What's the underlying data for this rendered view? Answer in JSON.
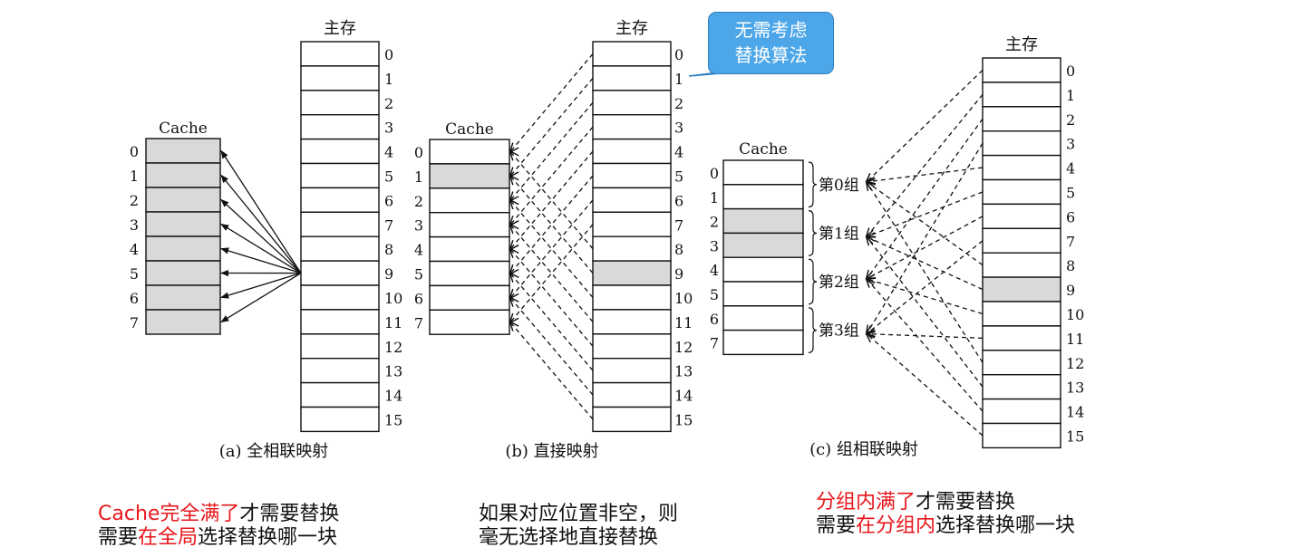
{
  "panels": {
    "a": {
      "caption": "(a) 全相联映射",
      "cache_title": "Cache",
      "main_title": "主存",
      "cache_labels": [
        "0",
        "1",
        "2",
        "3",
        "4",
        "5",
        "6",
        "7"
      ],
      "mem_labels": [
        "0",
        "1",
        "2",
        "3",
        "4",
        "5",
        "6",
        "7",
        "8",
        "9",
        "10",
        "11",
        "12",
        "13",
        "14",
        "15"
      ],
      "cache_fill": "#d9d9d9"
    },
    "b": {
      "caption": "(b) 直接映射",
      "cache_title": "Cache",
      "main_title": "主存",
      "cache_labels": [
        "0",
        "1",
        "2",
        "3",
        "4",
        "5",
        "6",
        "7"
      ],
      "mem_labels": [
        "0",
        "1",
        "2",
        "3",
        "4",
        "5",
        "6",
        "7",
        "8",
        "9",
        "10",
        "11",
        "12",
        "13",
        "14",
        "15"
      ],
      "callout": [
        "无需考虑",
        "替换算法"
      ],
      "callout_color": "#4da6e8"
    },
    "c": {
      "caption": "(c) 组相联映射",
      "cache_title": "Cache",
      "main_title": "主存",
      "cache_labels": [
        "0",
        "1",
        "2",
        "3",
        "4",
        "5",
        "6",
        "7"
      ],
      "mem_labels": [
        "0",
        "1",
        "2",
        "3",
        "4",
        "5",
        "6",
        "7",
        "8",
        "9",
        "10",
        "11",
        "12",
        "13",
        "14",
        "15"
      ],
      "group_labels": [
        "第0组",
        "第1组",
        "第2组",
        "第3组"
      ]
    }
  },
  "notes": {
    "a": {
      "line1": [
        {
          "text": "Cache完全满了",
          "red": true
        },
        {
          "text": "才需要替换",
          "red": false
        }
      ],
      "line2": [
        {
          "text": "需要",
          "red": false
        },
        {
          "text": "在全局",
          "red": true
        },
        {
          "text": "选择替换哪一块",
          "red": false
        }
      ]
    },
    "b": {
      "line1": [
        {
          "text": "如果对应位置非空，则",
          "red": false
        }
      ],
      "line2": [
        {
          "text": "毫无选择地直接替换",
          "red": false
        }
      ]
    },
    "c": {
      "line1": [
        {
          "text": "分组内满了",
          "red": true
        },
        {
          "text": "才需要替换",
          "red": false
        }
      ],
      "line2": [
        {
          "text": "需要",
          "red": false
        },
        {
          "text": "在分组内",
          "red": true
        },
        {
          "text": "选择替换哪一块",
          "red": false
        }
      ]
    }
  },
  "colors": {
    "highlight": "#d9d9d9",
    "emphasis": "#e8161b"
  }
}
